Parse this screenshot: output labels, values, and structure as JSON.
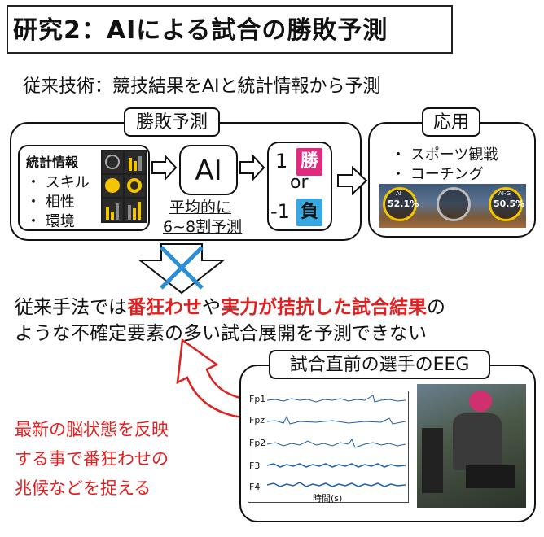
{
  "title": "研究2：AIによる試合の勝敗予測",
  "subtitle": "従来技術：競技結果をAIと統計情報から予測",
  "prediction_panel": {
    "label": "勝敗予測",
    "stats_title": "統計情報",
    "stats_items": [
      "スキル",
      "相性",
      "環境"
    ],
    "ai_label": "AI",
    "result": {
      "win_value": "1",
      "win_label": "勝",
      "or_label": "or",
      "lose_value": "-1",
      "lose_label": "負"
    },
    "accuracy_line1": "平均的に",
    "accuracy_line2": "6~8割予測"
  },
  "application_panel": {
    "label": "応用",
    "items": [
      "スポーツ観戦",
      "コーチング"
    ],
    "thumbnail": {
      "left_pct": "52.1",
      "right_pct": "50.5",
      "left_tag": "AI",
      "right_tag": "AI-G"
    }
  },
  "problem": {
    "line1_parts": [
      "従来手法では",
      "番狂わせ",
      "や",
      "実力が拮抗した試合結果",
      "の"
    ],
    "line2": "ような不確定要素の多い試合展開を予測できない"
  },
  "eeg_panel": {
    "label": "試合直前の選手のEEG",
    "channels": [
      "Fp1",
      "Fpz",
      "Fp2",
      "F3",
      "F4"
    ],
    "xlabel": "時間(s)"
  },
  "note": {
    "lines": [
      "最新の脳状態を反映",
      "する事で番狂わせの",
      "兆候などを捉える"
    ]
  },
  "colors": {
    "accent_red": "#e02020",
    "win": "#e02a7e",
    "lose": "#38a6e0",
    "cross": "#2a8fd6"
  }
}
